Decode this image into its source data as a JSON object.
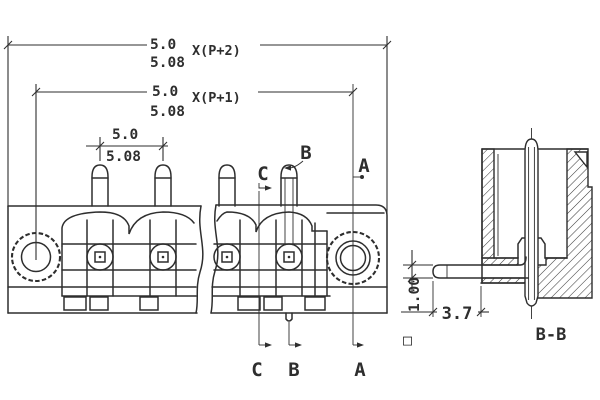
{
  "front_view": {
    "dim_overall": {
      "upper": "5.0",
      "lower": "5.08",
      "multiplier": "X(P+2)"
    },
    "dim_mount": {
      "upper": "5.0",
      "lower": "5.08",
      "multiplier": "X(P+1)"
    },
    "dim_pitch": {
      "upper": "5.0",
      "lower": "5.08"
    },
    "section_a": "A",
    "section_b": "B",
    "section_c": "C"
  },
  "section_view": {
    "label": "B-B",
    "pin_dim": {
      "square_symbol": "□",
      "value": "1.00"
    },
    "tail_dim": "3.7"
  },
  "colors": {
    "line": "#2e2e2e",
    "background": "#ffffff"
  }
}
